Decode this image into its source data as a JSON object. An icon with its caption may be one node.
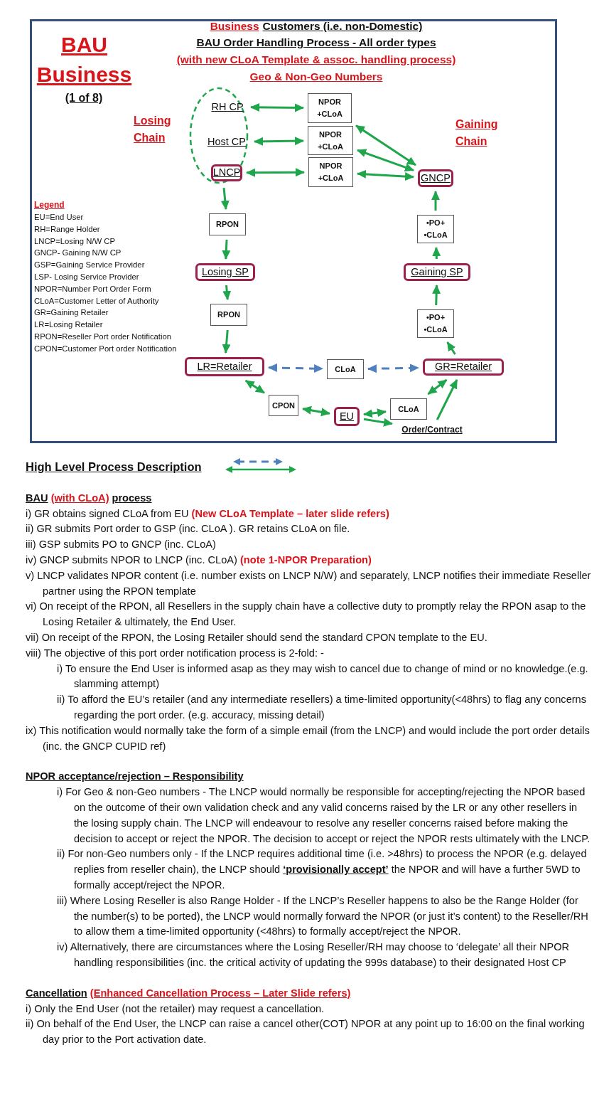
{
  "diagram": {
    "nodes": [
      {
        "text": [],
        "shape": "ellipse"
      },
      {
        "text": [
          "RH CP"
        ],
        "in": 0
      },
      {
        "text": [
          "Host CP"
        ],
        "in": 0
      },
      {
        "text": [
          "LNCP"
        ],
        "in": 0
      },
      {
        "text": [
          "NPOR +CLoA"
        ]
      },
      {
        "text": [
          "NPOR +CLoA"
        ]
      },
      {
        "text": [
          "NPOR +CLoA"
        ]
      },
      {
        "text": [
          "GNCP"
        ]
      },
      {
        "text": [
          "RPON"
        ]
      },
      {
        "text": [
          "Losing SP"
        ]
      },
      {
        "text": [
          "RPON"
        ]
      },
      {
        "text": [
          "LR=Retailer"
        ]
      },
      {
        "text": [
          "•PO+",
          "•CLoA"
        ]
      },
      {
        "text": [
          "Gaining SP"
        ]
      },
      {
        "text": [
          "•PO+",
          "•CLoA"
        ]
      },
      {
        "text": [
          "GR=Retailer"
        ]
      },
      {
        "text": [
          "CLoA"
        ]
      },
      {
        "text": [
          "CPON"
        ]
      },
      {
        "text": [
          "EU"
        ]
      },
      {
        "text": [
          "CLoA"
        ]
      },
      {
        "text": [
          "Order/Contract"
        ]
      }
    ],
    "edges": [
      {
        "from": 1,
        "to": 4,
        "arrow": "both"
      },
      {
        "from": 2,
        "to": 5,
        "arrow": "both"
      },
      {
        "from": 3,
        "to": 6,
        "arrow": "both"
      },
      {
        "from": 4,
        "to": 7,
        "arrow": "both"
      },
      {
        "from": 5,
        "to": 7,
        "arrow": "both"
      },
      {
        "from": 6,
        "to": 7,
        "arrow": "both"
      },
      {
        "from": 0,
        "to": 8,
        "arrow": "to"
      },
      {
        "from": 8,
        "to": 9,
        "arrow": "to"
      },
      {
        "from": 9,
        "to": 10,
        "arrow": "to"
      },
      {
        "from": 10,
        "to": 11,
        "arrow": "to"
      },
      {
        "from": 12,
        "to": 7,
        "arrow": "to"
      },
      {
        "from": 13,
        "to": 12,
        "arrow": "to"
      },
      {
        "from": 14,
        "to": 13,
        "arrow": "to"
      },
      {
        "from": 15,
        "to": 14,
        "arrow": "to"
      },
      {
        "from": 11,
        "to": 16,
        "arrow": "both",
        "style": "dashed",
        "color": "#4f81bd"
      },
      {
        "from": 16,
        "to": 15,
        "arrow": "both",
        "style": "dashed",
        "color": "#4f81bd"
      },
      {
        "from": 11,
        "to": 17,
        "arrow": "both"
      },
      {
        "from": 17,
        "to": 18,
        "arrow": "both"
      },
      {
        "from": 18,
        "to": 19,
        "arrow": "both"
      },
      {
        "from": 19,
        "to": 15,
        "arrow": "both"
      },
      {
        "from": 18,
        "to": 20,
        "arrow": "to"
      },
      {
        "from": 20,
        "to": 15,
        "arrow": "to"
      }
    ],
    "labels": [
      "BAU Business",
      "Business",
      "Customers (i.e. non-Domestic)",
      "BAU Order Handling Process - All order types",
      "(with new CLoA Template & assoc. handling process)",
      "Geo & Non-Geo Numbers",
      "(1 of 8)",
      "Losing Chain",
      "Gaining Chain",
      "Legend",
      "EU=End User",
      "RH=Range Holder",
      "LNCP=Losing N/W CP",
      "GNCP- Gaining N/W CP",
      "GSP=Gaining Service Provider",
      "LSP- Losing Service Provider",
      "NPOR=Number Port Order Form",
      "CLoA=Customer Letter of Authority",
      "GR=Gaining Retailer",
      "LR=Losing Retailer",
      "RPON=Reseller Port order Notification",
      "CPON=Customer Port order Notification",
      "High Level Process Description",
      "BAU",
      "(with CLoA)",
      "process",
      "i) GR obtains signed CLoA from EU **(New CLoA Template – later slide refers)**",
      "ii) GR submits Port order to GSP (inc. CLoA ). GR retains CLoA on file.",
      "iii) GSP submits PO to GNCP (inc. CLoA)",
      "iv) GNCP submits NPOR to LNCP (inc. CLoA) **(note 1-NPOR Preparation)**",
      "v) LNCP validates NPOR content (i.e. number exists on LNCP N/W) and separately, LNCP notifies their immediate Reseller partner using the RPON template",
      "vi) On receipt of the RPON, all Resellers in the supply chain have a collective duty to promptly relay the RPON asap to the Losing Retailer & ultimately, the End User.",
      "vii) On receipt of the RPON, the Losing Retailer should send the standard CPON template to the EU.",
      "viii) The objective of this port order notification process is 2-fold: -",
      "i) To ensure the End User is informed asap as they may wish to cancel due to change of mind or no knowledge.(e.g. slamming attempt)",
      "ii) To afford the EU’s retailer (and any intermediate resellers) a time-limited opportunity(<48hrs) to flag any concerns regarding the port order. (e.g. accuracy, missing detail)",
      "ix) This notification would normally take the form of a simple email (from the LNCP) and would include the port order details (inc. the GNCP CUPID ref)",
      "NPOR acceptance/rejection – Responsibility",
      "i) For Geo & non-Geo numbers - The LNCP would normally be responsible for accepting/rejecting the NPOR based on the outcome of their own validation check and any valid concerns raised by the LR or any other resellers in the losing supply chain. The LNCP will endeavour to resolve any reseller concerns raised before making the decision to accept or reject the NPOR. The decision to accept or reject the NPOR rests ultimately with the LNCP.",
      "ii) For non-Geo numbers only - If the LNCP requires additional time (i.e. >48hrs) to process the NPOR (e.g. delayed replies from reseller chain), the LNCP should **‘provisionally accept’** the NPOR and will have a further 5WD to formally accept/reject the NPOR.",
      "iii) Where Losing Reseller is also Range Holder - If the LNCP’s Reseller happens to also be the Range Holder (for the number(s) to be ported), the LNCP would normally forward the NPOR (or just it’s content) to the Reseller/RH to allow them a time-limited opportunity (<48hrs) to formally accept/reject the NPOR.",
      "iv) Alternatively, there are circumstances where the Losing Reseller/RH may choose to ‘delegate’ all their NPOR handling responsibilities (inc. the critical activity of updating the 999s database) to their designated Host CP",
      "Cancellation",
      "(Enhanced Cancellation Process – Later Slide refers)",
      "i) Only the End User (not the retailer) may request a cancellation.",
      "ii) On behalf of the End User, the LNCP can raise a cancel other(COT) NPOR at any point up to 16:00 on the final working day prior to the Port activation date."
    ]
  }
}
